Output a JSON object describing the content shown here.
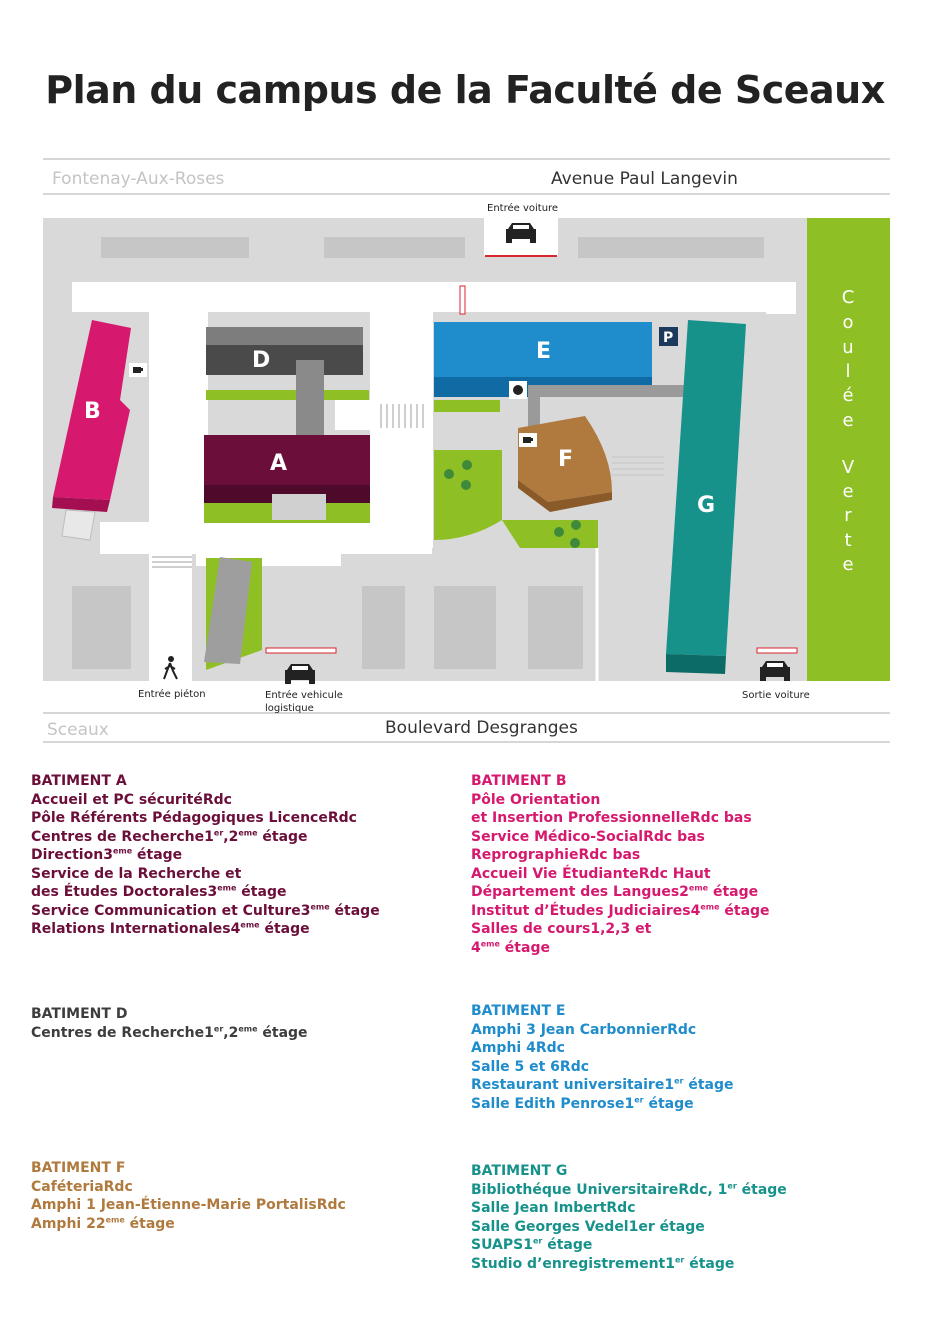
{
  "title": "Plan du campus de la Faculté de Sceaux",
  "map": {
    "streets": {
      "top_left": "Fontenay-Aux-Roses",
      "top_right": "Avenue Paul Langevin",
      "bottom_left": "Sceaux",
      "bottom_right": "Boulevard Desgranges"
    },
    "coulee_verte": [
      "C",
      "o",
      "u",
      "l",
      "é",
      "e",
      "V",
      "e",
      "r",
      "t",
      "e"
    ],
    "labels": {
      "entree_voiture": "Entrée voiture",
      "entree_pieton": "Entrée piéton",
      "entree_vehicule_1": "Entrée vehicule",
      "entree_vehicule_2": "logistique",
      "sortie_voiture": "Sortie voiture",
      "parking": "P"
    },
    "buildings": {
      "A": "A",
      "B": "B",
      "D": "D",
      "E": "E",
      "F": "F",
      "G": "G"
    },
    "colors": {
      "A": "#6b0f3a",
      "B": "#d6196e",
      "D": "#4a4a4a",
      "E": "#1f8ccc",
      "F": "#b07a3e",
      "G": "#17928b",
      "green": "#8ec025",
      "ground": "#d8d8d8"
    }
  },
  "legend": {
    "A": {
      "heading": "BATIMENT A",
      "rows": [
        {
          "name": "Accueil et PC sécurité",
          "floor": "Rdc"
        },
        {
          "name": "Pôle Référents Pédagogiques Licence",
          "floor": "Rdc"
        },
        {
          "name": "Centres de Recherche",
          "f1": "1",
          "s1": "er",
          "f2": ",2",
          "s2": "eme",
          "f3": " étage"
        },
        {
          "name": "Direction",
          "f1": "3",
          "s1": "eme",
          "f3": " étage"
        },
        {
          "name": "Service de la Recherche et",
          "floor": ""
        },
        {
          "name": "des Études Doctorales",
          "f1": "3",
          "s1": "eme",
          "f3": " étage"
        },
        {
          "name": "Service Communication et Culture",
          "f1": "3",
          "s1": "eme",
          "f3": " étage"
        },
        {
          "name": "Relations Internationales",
          "f1": "4",
          "s1": "eme",
          "f3": " étage"
        }
      ]
    },
    "B": {
      "heading": "BATIMENT B",
      "rows": [
        {
          "name": "Pôle Orientation",
          "floor": ""
        },
        {
          "name": "et Insertion Professionnelle",
          "floor": "Rdc bas"
        },
        {
          "name": "Service Médico-Social",
          "floor": "Rdc bas"
        },
        {
          "name": "Reprographie",
          "floor": "Rdc bas"
        },
        {
          "name": "Accueil Vie Étudiante",
          "floor": "Rdc Haut"
        },
        {
          "name": "Département des Langues",
          "f1": "2",
          "s1": "eme",
          "f3": " étage"
        },
        {
          "name": "Institut d’Études Judiciaires",
          "f1": "4",
          "s1": "eme",
          "f3": " étage"
        },
        {
          "name": "Salles de cours",
          "floor": "1,2,3 et"
        },
        {
          "name": "",
          "f1": "4",
          "s1": "eme",
          "f3": " étage"
        }
      ]
    },
    "D": {
      "heading": "BATIMENT D",
      "rows": [
        {
          "name": "Centres de Recherche",
          "f1": "1",
          "s1": "er",
          "f2": ",2",
          "s2": "eme",
          "f3": " étage"
        }
      ]
    },
    "E": {
      "heading": "BATIMENT E",
      "rows": [
        {
          "name": "Amphi 3 Jean Carbonnier",
          "floor": "Rdc"
        },
        {
          "name": "Amphi 4",
          "floor": "Rdc"
        },
        {
          "name": "Salle 5 et 6",
          "floor": "Rdc"
        },
        {
          "name": "Restaurant universitaire",
          "f1": "1",
          "s1": "er",
          "f3": " étage"
        },
        {
          "name": "Salle Edith Penrose",
          "f1": "1",
          "s1": "er",
          "f3": " étage"
        }
      ]
    },
    "F": {
      "heading": "BATIMENT F",
      "rows": [
        {
          "name": "Caféteria",
          "floor": "Rdc"
        },
        {
          "name": "Amphi 1 Jean-Étienne-Marie Portalis",
          "floor": "Rdc"
        },
        {
          "name": "Amphi 2",
          "f1": "2",
          "s1": "eme",
          "f3": " étage"
        }
      ]
    },
    "G": {
      "heading": "BATIMENT G",
      "rows": [
        {
          "name": "Bibliothéque Universitaire",
          "f1": "Rdc, 1",
          "s1": "er",
          "f3": " étage"
        },
        {
          "name": "Salle Jean Imbert",
          "floor": "Rdc"
        },
        {
          "name": "Salle Georges Vedel",
          "floor": "1er étage"
        },
        {
          "name": "SUAPS",
          "f1": "1",
          "s1": "er",
          "f3": " étage"
        },
        {
          "name": "Studio d’enregistrement",
          "f1": "1",
          "s1": "er",
          "f3": " étage"
        }
      ]
    }
  }
}
